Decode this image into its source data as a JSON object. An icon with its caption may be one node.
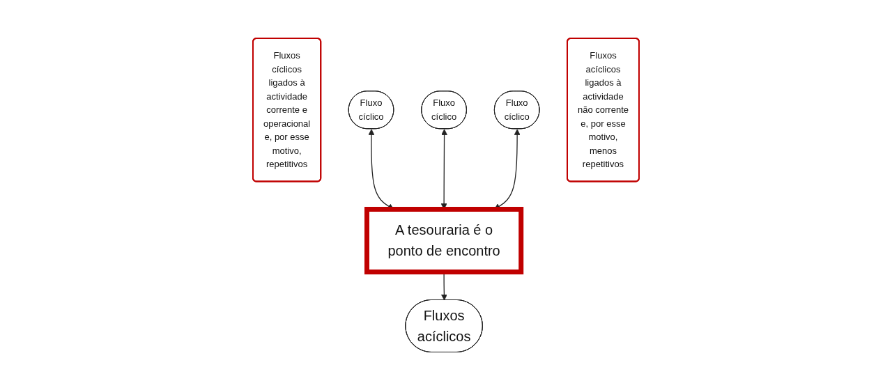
{
  "diagram": {
    "nodes": [
      {
        "text": [
          "Fluxos cíclicos ligados à actividade corrente e operacional e, por esse motivo, repetitivos"
        ]
      },
      {
        "text": [
          "Fluxo cíclico"
        ]
      },
      {
        "text": [
          "Fluxo cíclico"
        ]
      },
      {
        "text": [
          "Fluxo cíclico"
        ]
      },
      {
        "text": [
          "A tesouraria é o ponto de encontro"
        ]
      },
      {
        "text": [
          "Fluxos acíclicos ligados à actividade não corrente e, por esse motivo, menos repetitivos"
        ]
      },
      {
        "text": [
          "Fluxos acíclicos"
        ]
      }
    ],
    "edges": [
      {
        "from": 4,
        "to": 1,
        "arrow": "both"
      },
      {
        "from": 4,
        "to": 2,
        "arrow": "both"
      },
      {
        "from": 4,
        "to": 3,
        "arrow": "both"
      },
      {
        "from": 4,
        "to": 6,
        "arrow": "to"
      }
    ]
  }
}
